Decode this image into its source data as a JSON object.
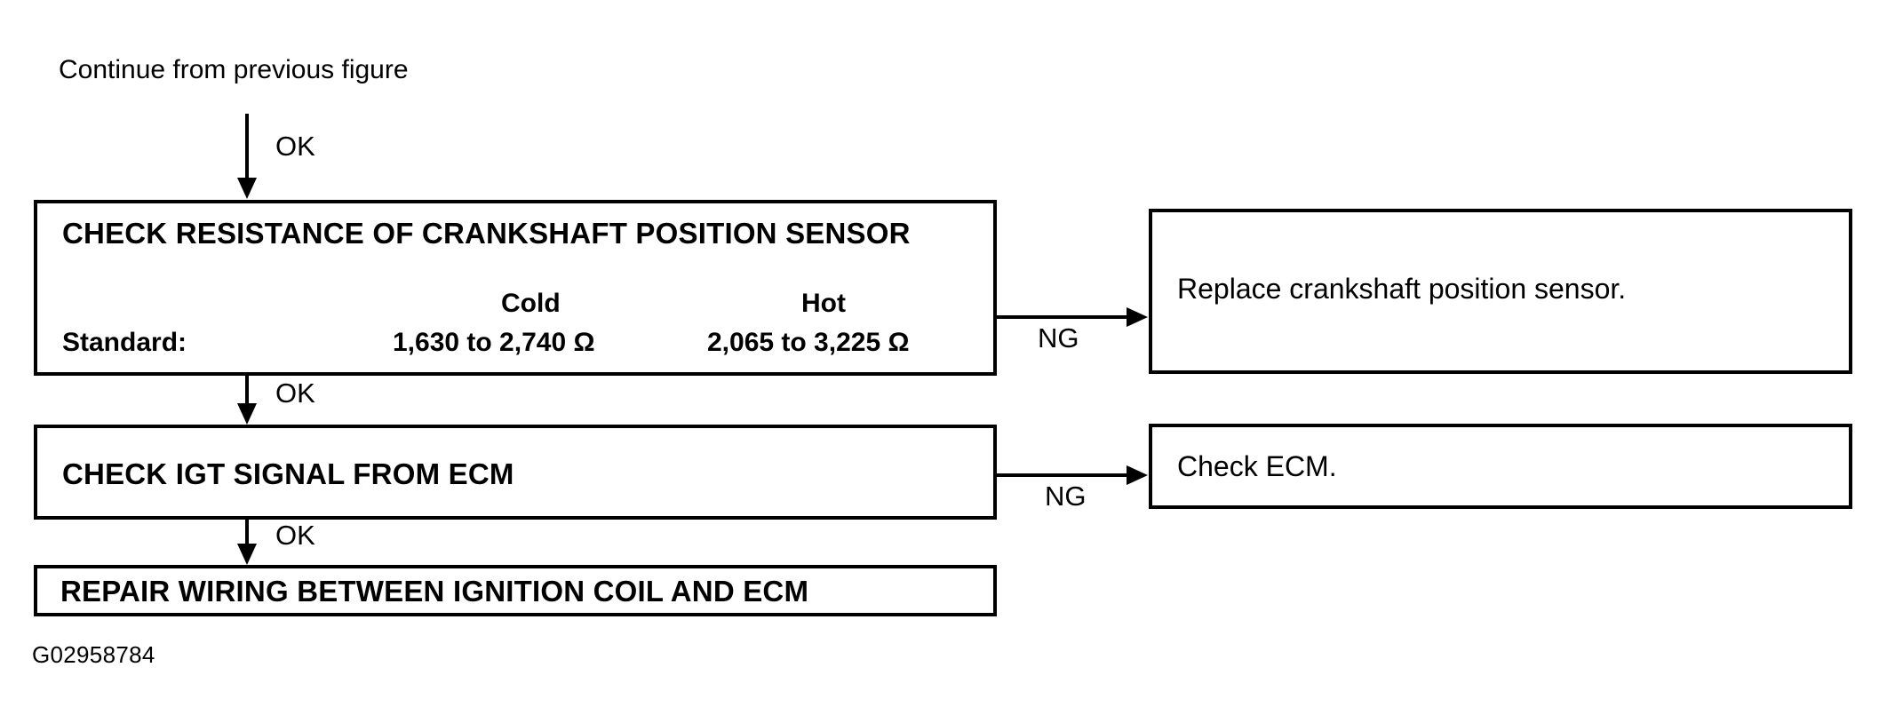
{
  "diagram": {
    "entry_caption": "Continue from previous figure",
    "reference_code": "G02958784",
    "ok_label": "OK",
    "ng_label": "NG",
    "steps": [
      {
        "id": "check-resistance",
        "title": "CHECK RESISTANCE OF CRANKSHAFT POSITION SENSOR",
        "spec": {
          "label": "Standard:",
          "columns": [
            "Cold",
            "Hot"
          ],
          "values": [
            "1,630 to 2,740 Ω",
            "2,065 to 3,225 Ω"
          ]
        },
        "ng_label": "NG",
        "ng_action": "Replace crankshaft position sensor.",
        "ok_label": "OK"
      },
      {
        "id": "check-igt-signal",
        "title": "CHECK IGT SIGNAL FROM ECM",
        "ng_label": "NG",
        "ng_action": "Check ECM.",
        "ok_label": "OK"
      },
      {
        "id": "repair-wiring",
        "title": "REPAIR WIRING BETWEEN IGNITION COIL AND ECM"
      }
    ]
  }
}
